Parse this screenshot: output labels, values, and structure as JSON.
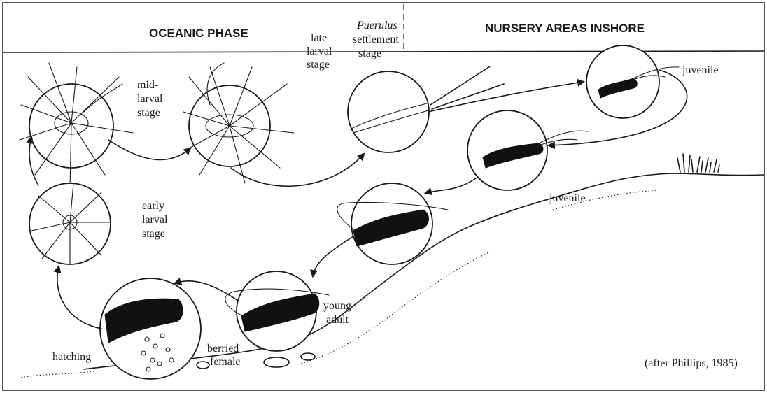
{
  "headers": {
    "oceanic": "OCEANIC PHASE",
    "nursery": "NURSERY AREAS INSHORE"
  },
  "labels": {
    "mid_larval": [
      "mid-",
      "larval",
      "stage"
    ],
    "late_larval": [
      "late",
      "larval",
      "stage"
    ],
    "puerulus": [
      "Puerulus",
      "settlement",
      "stage"
    ],
    "juvenile_top": "juvenile",
    "juvenile_mid": "juvenile",
    "early_larval": [
      "early",
      "larval",
      "stage"
    ],
    "young_adult": [
      "young",
      "adult"
    ],
    "berried_female": [
      "berried",
      "female"
    ],
    "hatching": "hatching"
  },
  "credit": "(after Phillips, 1985)"
}
